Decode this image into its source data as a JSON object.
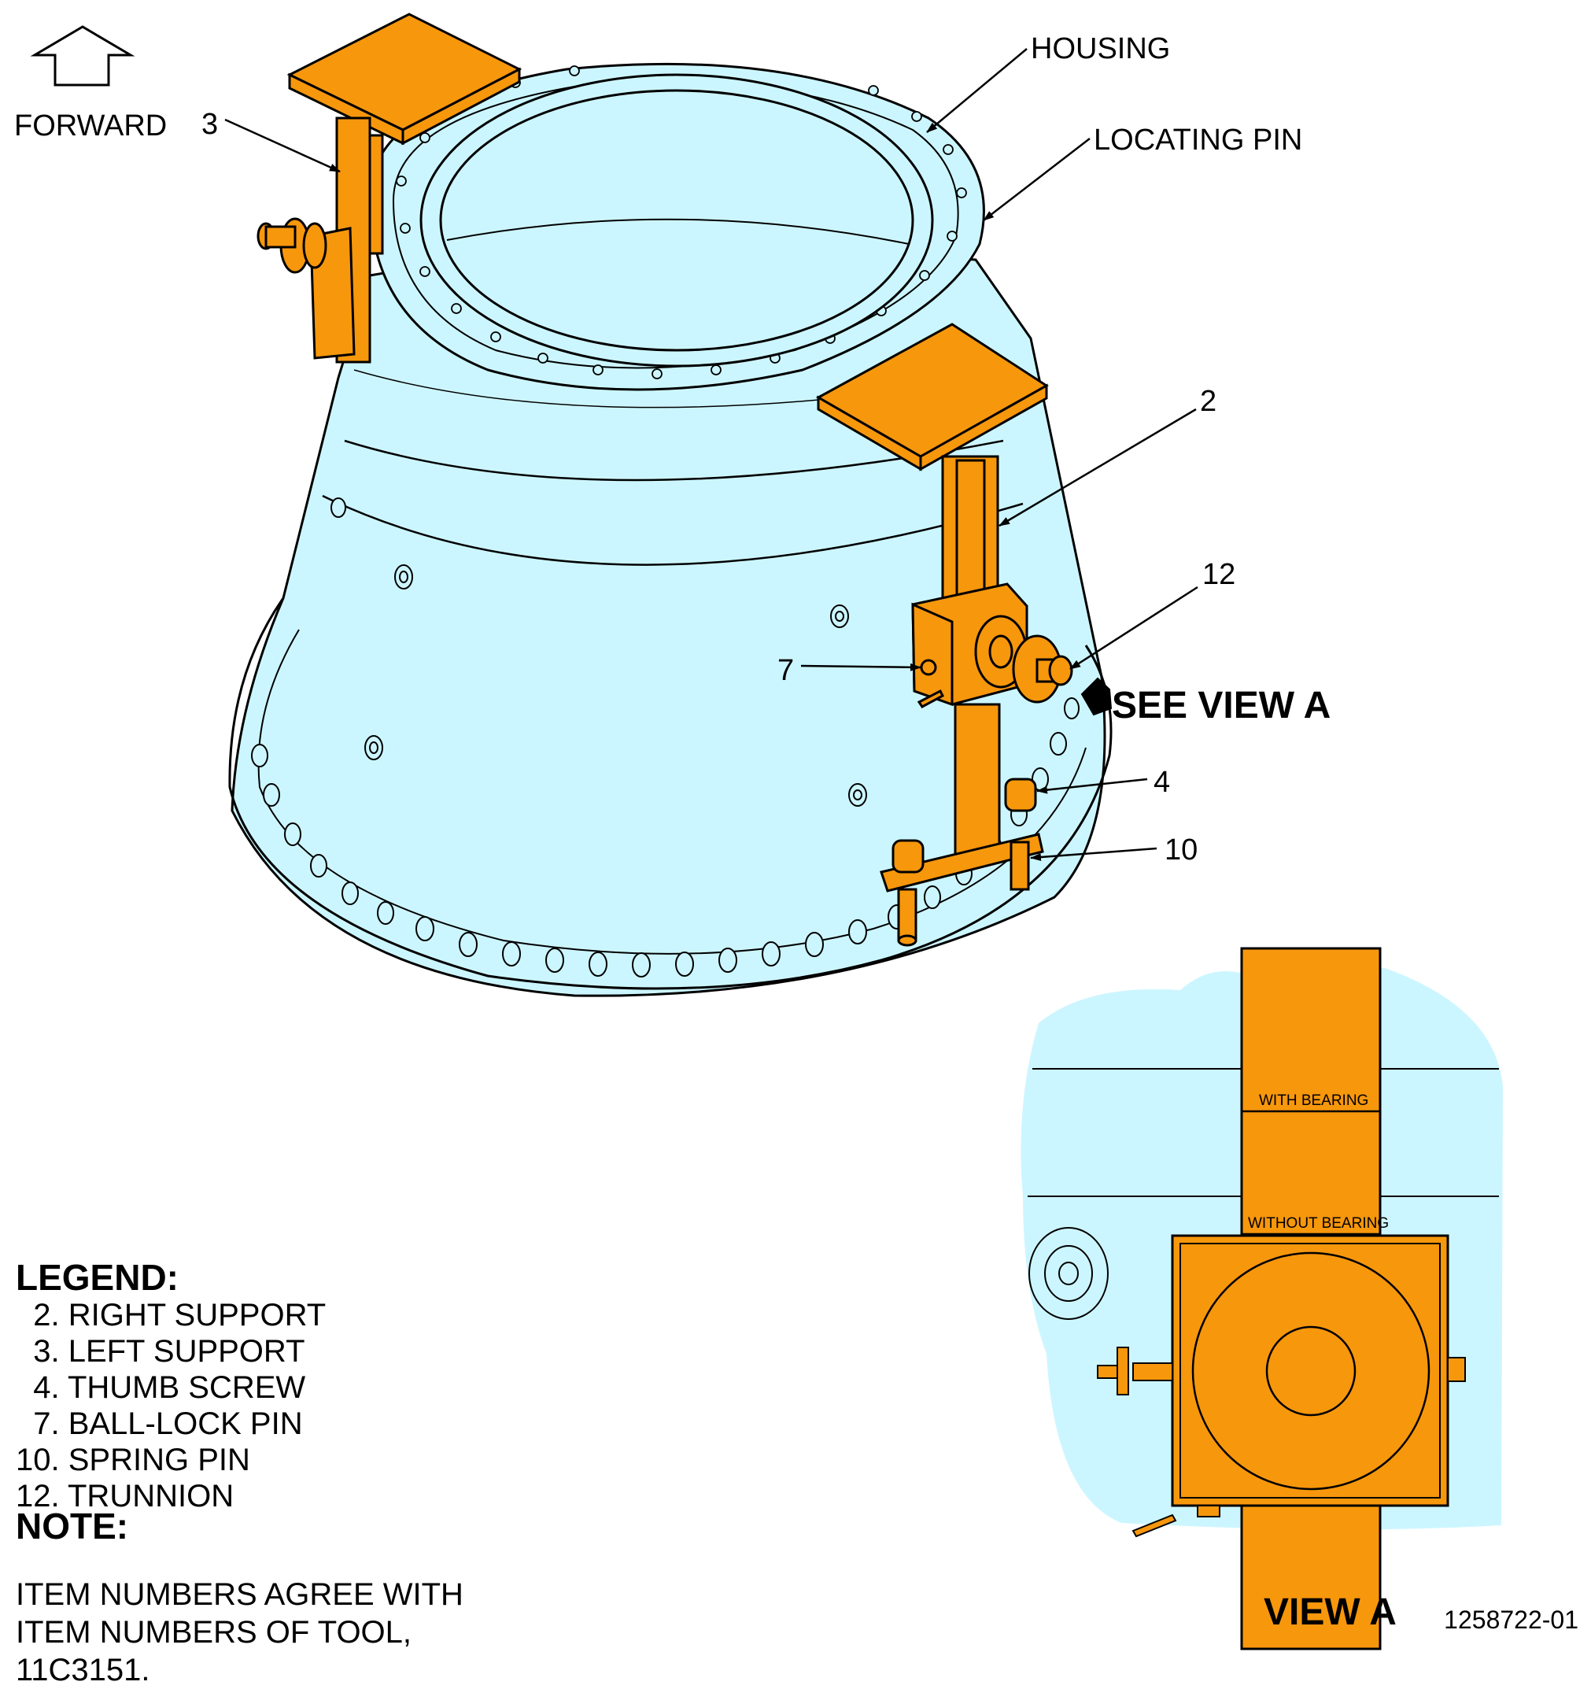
{
  "labels": {
    "forward": "FORWARD",
    "housing": "HOUSING",
    "locating_pin": "LOCATING PIN",
    "item_3": "3",
    "item_2": "2",
    "item_12": "12",
    "item_7": "7",
    "item_4": "4",
    "item_10": "10",
    "see_view_a": "SEE VIEW A"
  },
  "view_a": {
    "title": "VIEW A",
    "with_bearing": "WITH BEARING",
    "without_bearing": "WITHOUT BEARING"
  },
  "legend": {
    "title": "LEGEND:",
    "items": [
      "  2. RIGHT SUPPORT",
      "  3. LEFT SUPPORT",
      "  4. THUMB SCREW",
      "  7. BALL-LOCK PIN",
      "10. SPRING PIN",
      "12. TRUNNION"
    ]
  },
  "note": {
    "title": "NOTE:",
    "text": "ITEM NUMBERS AGREE WITH ITEM NUMBERS OF TOOL, 11C3151."
  },
  "figure_id": "1258722-01",
  "colors": {
    "housing_fill": "#ccf6ff",
    "tool_fill": "#f7970c",
    "line": "#000000"
  }
}
